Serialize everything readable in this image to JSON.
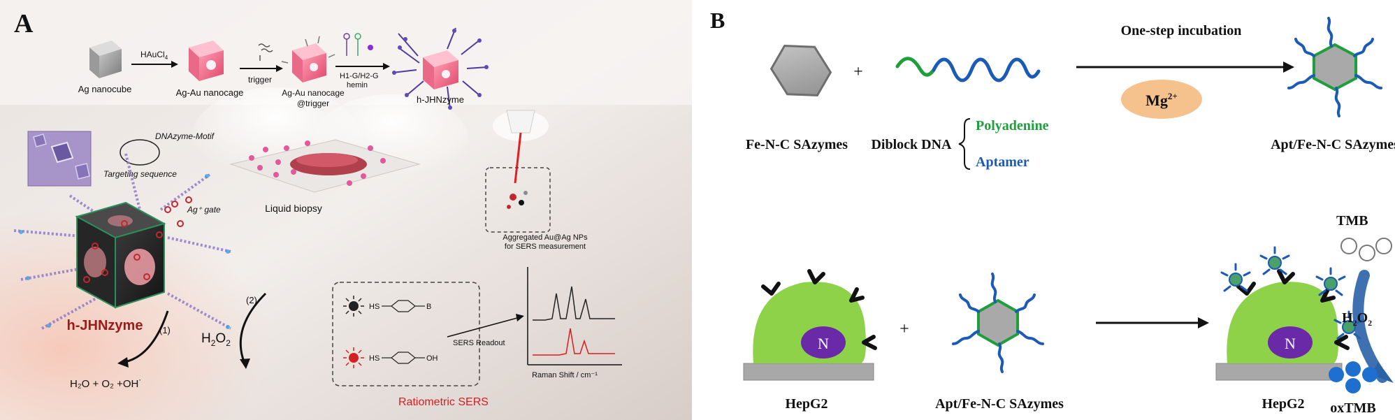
{
  "panel_a": {
    "letter": "A",
    "steps": {
      "ag_nanocube": "Ag nanocube",
      "reagent_haucl": "HAuCl",
      "reagent_haucl_sub": "4",
      "ag_au_nanocage": "Ag-Au nanocage",
      "reagent_trigger": "trigger",
      "ag_au_nanocage_trigger_line1": "Ag-Au nanocage",
      "ag_au_nanocage_trigger_line2": "@trigger",
      "reagent_hairpins": "H1-G/H2-G",
      "reagent_hemin": "hemin",
      "h_jhnzyme_top": "h-JHNzyme"
    },
    "mechanism": {
      "dnazyme_motif": "DNAzyme-Motif",
      "targeting_sequence": "Targeting sequence",
      "ag_gate": "Ag⁺ gate",
      "h_jhnzyme": "h-JHNzyme",
      "path1": "(1)",
      "path2": "(2)",
      "h2o2_main": "H",
      "h2o2_sub1": "2",
      "h2o2_mid": "O",
      "h2o2_sub2": "2",
      "products": "H₂O + O₂ +OH˙",
      "liquid_biopsy": "Liquid biopsy",
      "aggregated_line1": "Aggregated Au@Ag NPs",
      "aggregated_line2": "for SERS measurement",
      "sers_readout": "SERS Readout",
      "raman_axis": "Raman Shift / cm⁻¹",
      "ratiometric": "Ratiometric SERS",
      "hs_label": "HS",
      "b_label": "B",
      "oh_label": "OH"
    }
  },
  "panel_b": {
    "letter": "B",
    "one_step": "One-step  incubation",
    "mg": "Mg",
    "mg_sup": "2+",
    "plus1": "+",
    "plus2": "+",
    "fenc": "Fe-N-C SAzymes",
    "diblock": "Diblock  DNA",
    "polyadenine": "Polyadenine",
    "aptamer": "Aptamer",
    "apt_fenc": "Apt/Fe-N-C SAzymes",
    "hepg2_left": "HepG2",
    "apt_fenc_bottom": "Apt/Fe-N-C SAzymes",
    "hepg2_right": "HepG2",
    "nucleus_left": "N",
    "nucleus_right": "N",
    "tmb": "TMB",
    "h2o2": "H",
    "h2o2_sub1": "2",
    "h2o2_o": "O",
    "h2o2_sub2": "2",
    "oxtmb": "oxTMB"
  },
  "colors": {
    "green_strand": "#1f9e3c",
    "blue_strand": "#1c5bb5",
    "cell_green": "#8ed24a",
    "nucleus_purple": "#6a2aa8",
    "mg_orange": "#f5c28e",
    "dark_red_text": "#9b1b1b",
    "oxtmb_blue": "#1e6fd0"
  }
}
